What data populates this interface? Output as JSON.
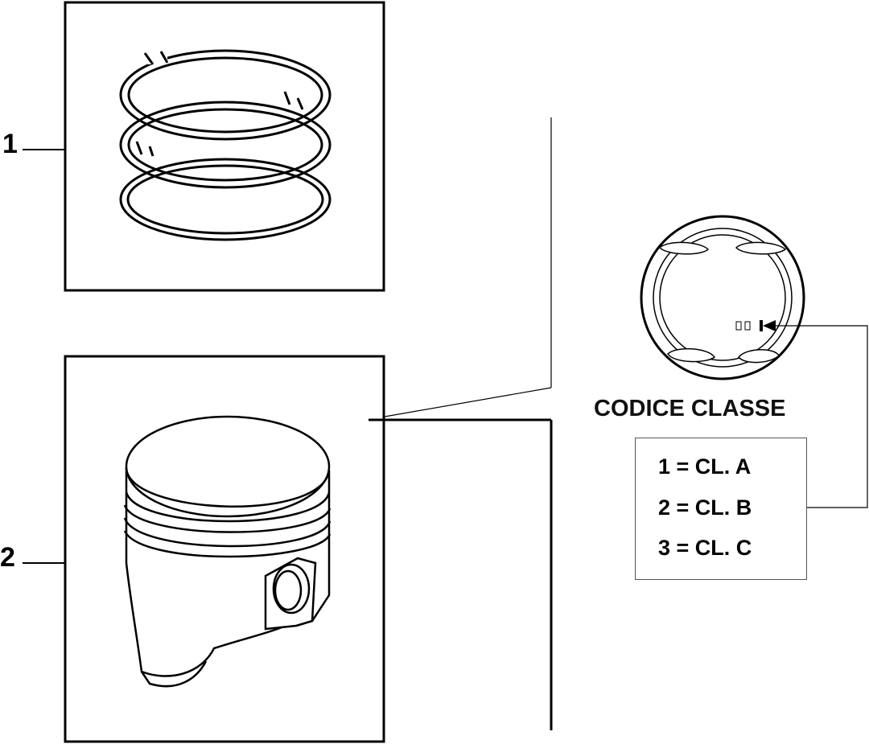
{
  "callouts": [
    {
      "label": "1"
    },
    {
      "label": "2"
    }
  ],
  "class_code": {
    "title": "CODICE CLASSE",
    "rows": [
      {
        "label": "1 = CL. A"
      },
      {
        "label": "2 = CL. B"
      },
      {
        "label": "3 = CL. C"
      }
    ]
  },
  "colors": {
    "line": "#000000",
    "background": "#ffffff",
    "legend_border": "#555555"
  }
}
